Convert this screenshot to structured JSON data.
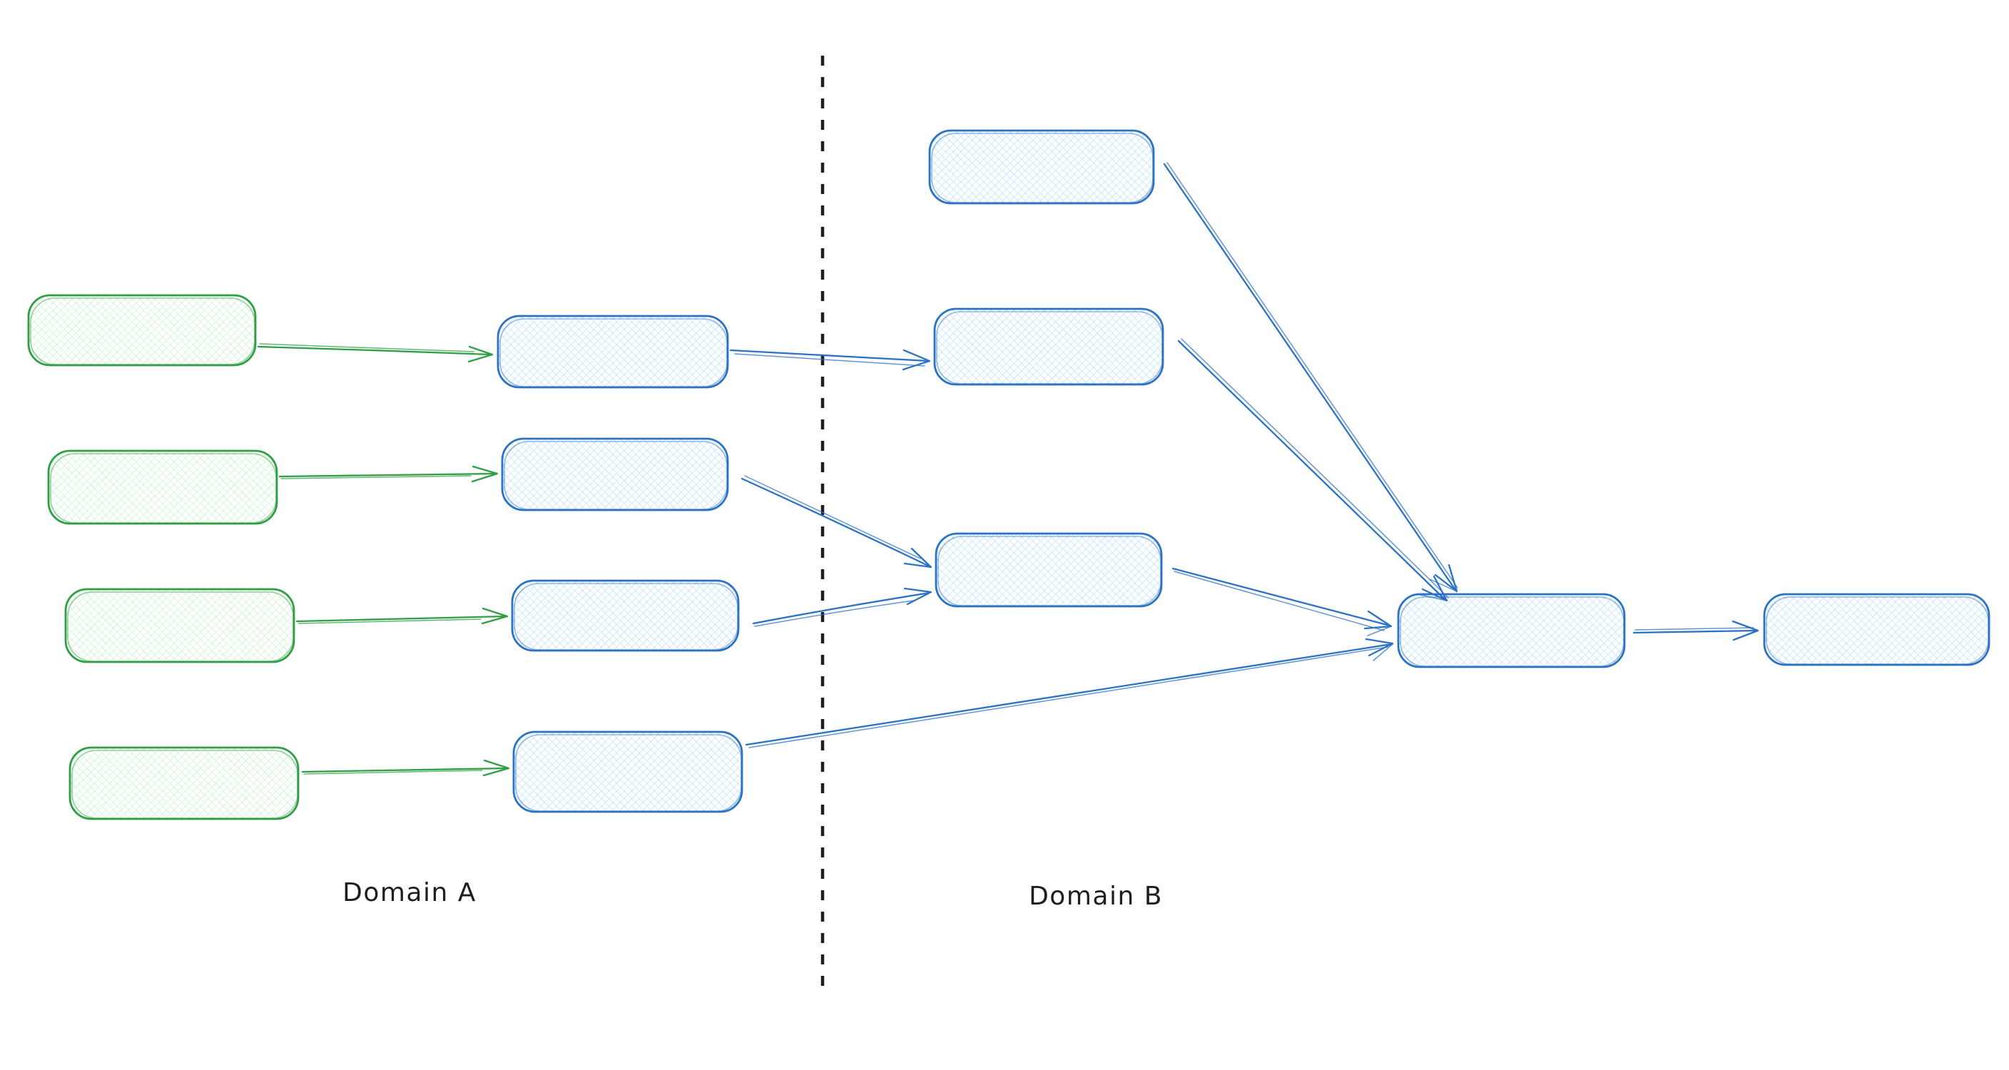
{
  "canvas": {
    "background": "#ffffff"
  },
  "labels": {
    "domain_a": "Domain A",
    "domain_b": "Domain B"
  },
  "colors": {
    "canvas_bg": "#ffffff",
    "green_stroke": "#2f9e44",
    "green_fill": "#b2f2bb",
    "blue_stroke": "#2b72c5",
    "blue_fill": "#a5d8ff",
    "divider": "#1e1e1e",
    "text": "#1e1e1e"
  },
  "diagram": {
    "type": "flow-diagram",
    "style": "hand-drawn excalidraw-like; rounded rectangles with cross-hatch fill; no text inside boxes; dashed vertical divider between domains",
    "domains": [
      {
        "id": "domain-a",
        "label": "Domain A",
        "side": "left"
      },
      {
        "id": "domain-b",
        "label": "Domain B",
        "side": "right"
      }
    ],
    "nodes": [
      {
        "id": "a-input-1",
        "domain": "domain-a",
        "color": "green",
        "row": 1
      },
      {
        "id": "a-input-2",
        "domain": "domain-a",
        "color": "green",
        "row": 2
      },
      {
        "id": "a-input-3",
        "domain": "domain-a",
        "color": "green",
        "row": 3
      },
      {
        "id": "a-input-4",
        "domain": "domain-a",
        "color": "green",
        "row": 4
      },
      {
        "id": "a-process-1",
        "domain": "domain-a",
        "color": "blue",
        "row": 1
      },
      {
        "id": "a-process-2",
        "domain": "domain-a",
        "color": "blue",
        "row": 2
      },
      {
        "id": "a-process-3",
        "domain": "domain-a",
        "color": "blue",
        "row": 3
      },
      {
        "id": "a-process-4",
        "domain": "domain-a",
        "color": "blue",
        "row": 4
      },
      {
        "id": "b-node-1",
        "domain": "domain-b",
        "color": "blue",
        "row": 1
      },
      {
        "id": "b-node-2",
        "domain": "domain-b",
        "color": "blue",
        "row": 2
      },
      {
        "id": "b-node-3",
        "domain": "domain-b",
        "color": "blue",
        "row": 3
      },
      {
        "id": "b-merge",
        "domain": "domain-b",
        "color": "blue",
        "row": "center-right"
      },
      {
        "id": "b-output",
        "domain": "domain-b",
        "color": "blue",
        "row": "far-right"
      }
    ],
    "edges": [
      {
        "from": "a-input-1",
        "to": "a-process-1",
        "color": "green"
      },
      {
        "from": "a-input-2",
        "to": "a-process-2",
        "color": "green"
      },
      {
        "from": "a-input-3",
        "to": "a-process-3",
        "color": "green"
      },
      {
        "from": "a-input-4",
        "to": "a-process-4",
        "color": "green"
      },
      {
        "from": "a-process-1",
        "to": "b-node-2",
        "color": "blue"
      },
      {
        "from": "a-process-2",
        "to": "b-node-3",
        "color": "blue"
      },
      {
        "from": "a-process-3",
        "to": "b-node-3",
        "color": "blue"
      },
      {
        "from": "a-process-4",
        "to": "b-merge",
        "color": "blue"
      },
      {
        "from": "b-node-1",
        "to": "b-merge",
        "color": "blue"
      },
      {
        "from": "b-node-2",
        "to": "b-merge",
        "color": "blue"
      },
      {
        "from": "b-node-3",
        "to": "b-merge",
        "color": "blue"
      },
      {
        "from": "b-merge",
        "to": "b-output",
        "color": "blue"
      }
    ]
  }
}
